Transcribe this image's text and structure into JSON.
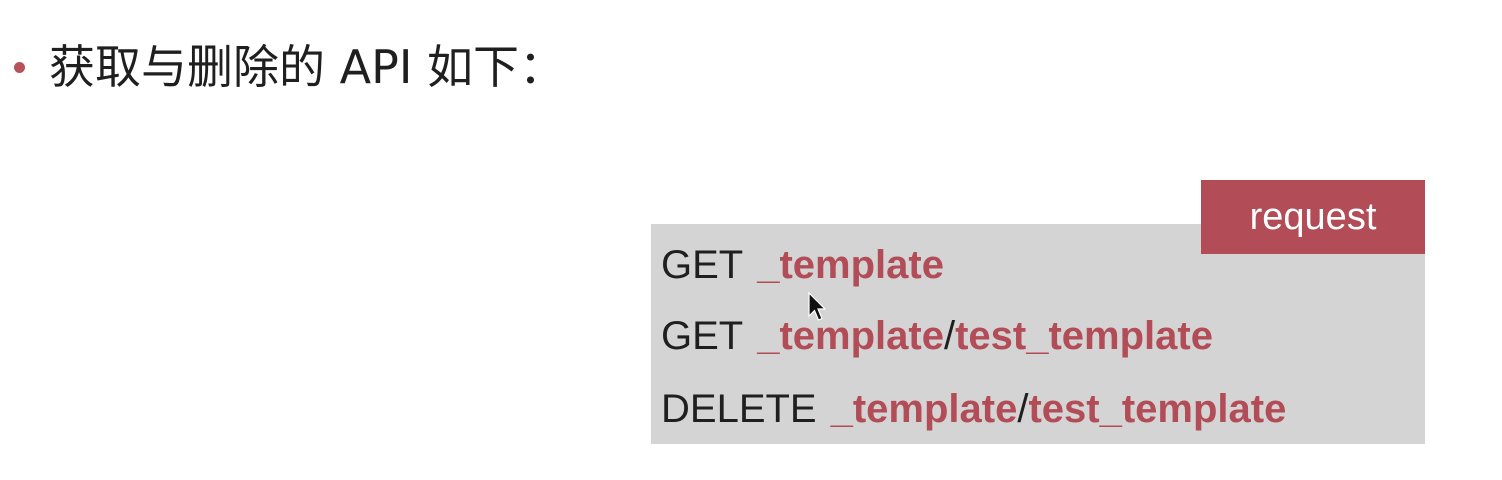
{
  "slide": {
    "bullet": {
      "text": "获取与删除的 API 如下："
    },
    "tag": {
      "label": "request"
    },
    "api_lines": [
      {
        "method": "GET",
        "path": "_template",
        "subpath": ""
      },
      {
        "method": "GET",
        "path": "_template",
        "slash": "/",
        "subpath": "test_template"
      },
      {
        "method": "DELETE",
        "path": "_template",
        "slash": "/",
        "subpath": "test_template"
      }
    ]
  },
  "colors": {
    "accent": "#b24c57",
    "box_background": "#d4d4d4",
    "text": "#1f1f1f"
  }
}
